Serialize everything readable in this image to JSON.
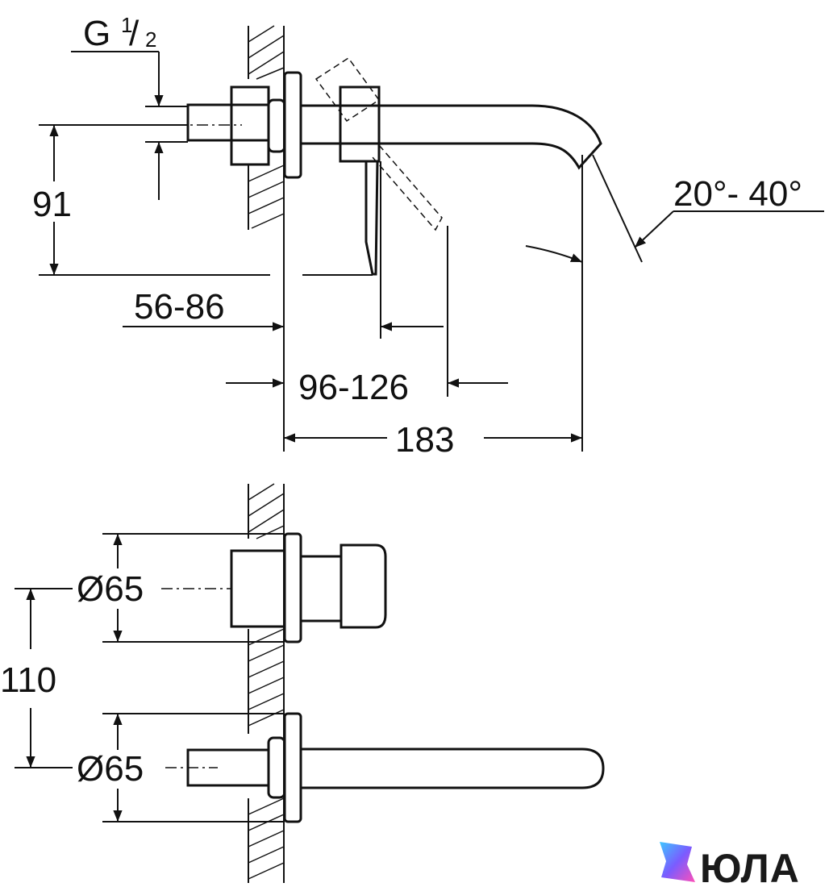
{
  "top_view": {
    "thread_prefix": "G",
    "thread_numerator": "1",
    "thread_slash": "/",
    "thread_denominator": "2",
    "height": "91",
    "wall_range": "56-86",
    "handle_range": "96-126",
    "length": "183",
    "angle": "20°- 40°"
  },
  "bottom_view": {
    "diameter_upper": "Ø65",
    "spacing": "110",
    "diameter_lower": "Ø65"
  },
  "brand": {
    "name": "ЮЛА",
    "colors": [
      "#3ec7ff",
      "#7a5cff",
      "#ff4fb8"
    ]
  }
}
